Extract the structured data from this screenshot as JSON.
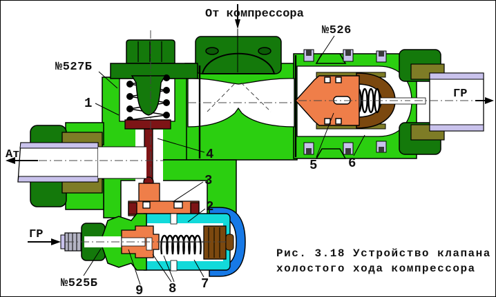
{
  "diagram": {
    "flow_labels": {
      "from_compressor": "От компрессора",
      "gr_right": "ГР",
      "at_left": "Ат",
      "gr_bottom": "ГР"
    },
    "part_numbers": {
      "valve_527b": "№527Б",
      "valve_526": "№526",
      "valve_525b": "№525Б"
    },
    "callouts": [
      "1",
      "2",
      "3",
      "4",
      "5",
      "6",
      "7",
      "8",
      "9"
    ],
    "caption": {
      "line1": "Рис. 3.18 Устройство клапана",
      "line2": "холостого хода компрессора"
    },
    "colors": {
      "body_green": "#2BCF10",
      "dark_green": "#14790B",
      "orange": "#EF7E49",
      "maroon": "#7D1416",
      "cyan": "#12DADA",
      "blue": "#1779E6",
      "brown": "#7B480F",
      "olive": "#7E7C26",
      "lavender": "#C9C2EC",
      "grey": "#B4B4C4"
    }
  }
}
